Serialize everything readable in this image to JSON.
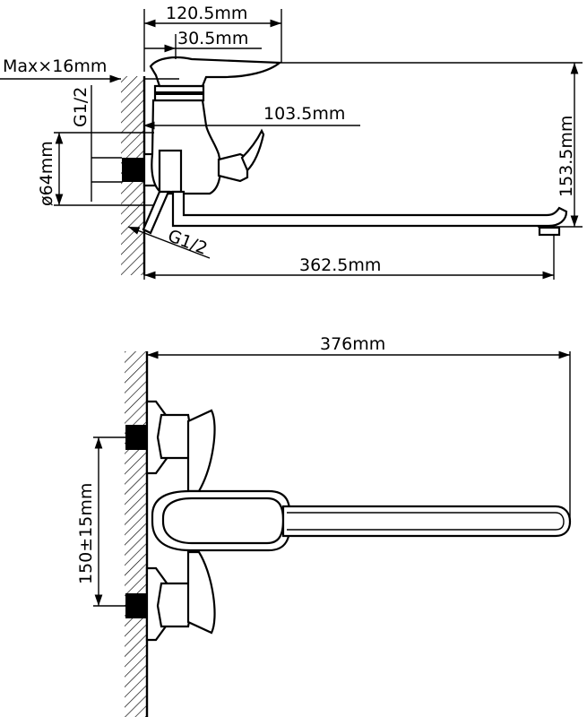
{
  "dimensions": {
    "handle_width": "120.5mm",
    "handle_offset": "30.5mm",
    "max_wall": "Max×16mm",
    "thread_top": "G1/2",
    "diverter_offset": "103.5mm",
    "height": "153.5mm",
    "flange_diameter": "ø64mm",
    "thread_bottom": "G1/2",
    "spout_reach": "362.5mm",
    "total_length": "376mm",
    "centers": "150±15mm"
  }
}
